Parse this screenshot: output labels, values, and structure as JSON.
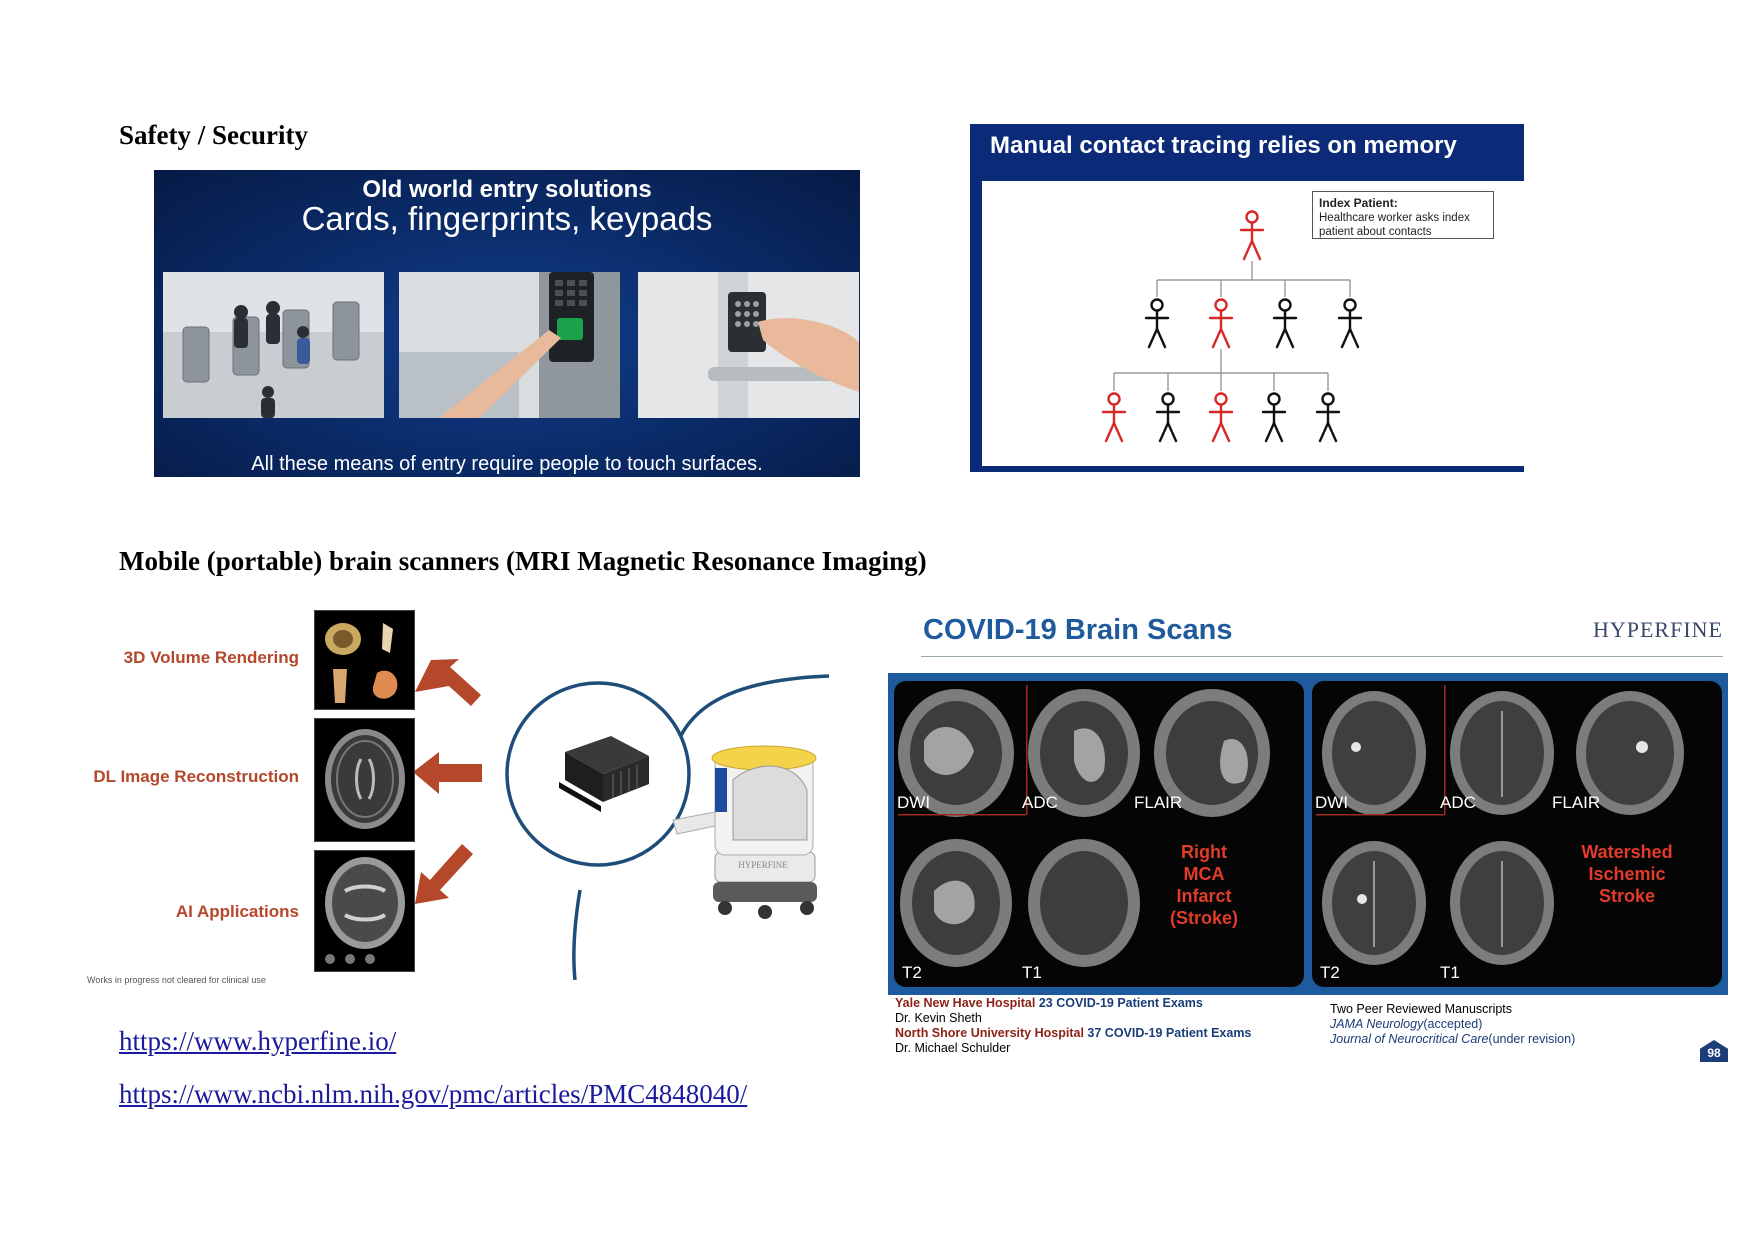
{
  "sections": {
    "safety_heading": "Safety / Security",
    "brain_heading": "Mobile (portable) brain scanners (MRI Magnetic Resonance Imaging)"
  },
  "entry_slide": {
    "title": "Old world entry solutions",
    "subtitle": "Cards, fingerprints, keypads",
    "caption": "All these means of entry require people to touch surfaces."
  },
  "tracing_slide": {
    "title": "Manual contact tracing relies on memory",
    "index_title": "Index Patient",
    "index_text": "Healthcare worker asks index patient about contacts",
    "colors": {
      "red": "#d62828",
      "black": "#111111"
    },
    "tier2": [
      "black",
      "red",
      "black",
      "black"
    ],
    "tier3": [
      "red",
      "black",
      "red",
      "black",
      "black"
    ]
  },
  "hyperfine": {
    "labels": {
      "render": "3D Volume Rendering",
      "recon": "DL Image Reconstruction",
      "ai": "AI Applications"
    },
    "disclaimer": "Works in progress not cleared for clinical use",
    "device_brand": "HYPERFINE",
    "accent": "#b5472a",
    "circle": "#1e4d7a"
  },
  "scans_slide": {
    "title": "COVID-19 Brain Scans",
    "brand": "HYPERFINE",
    "left": {
      "labels": [
        "DWI",
        "ADC",
        "FLAIR",
        "T2",
        "T1"
      ],
      "diagnosis": "Right MCA Infarct (Stroke)"
    },
    "right": {
      "labels": [
        "DWI",
        "ADC",
        "FLAIR",
        "T2",
        "T1"
      ],
      "diagnosis": "Watershed Ischemic Stroke"
    },
    "footer": {
      "yale_hospital": "Yale New Have Hospital",
      "yale_exams": "23 COVID-19 Patient Exams",
      "yale_doctor": "Dr. Kevin Sheth",
      "ns_hospital": "North Shore University Hospital",
      "ns_exams": "37 COVID-19 Patient Exams",
      "ns_doctor": "Dr. Michael Schulder",
      "manuscripts_title": "Two Peer Reviewed Manuscripts",
      "jama": "JAMA Neurology",
      "jama_status": "(accepted)",
      "jncc": "Journal of Neurocritical Care",
      "jncc_status": "(under revision)",
      "page_number": "98"
    }
  },
  "links": [
    "https://www.hyperfine.io/",
    "https://www.ncbi.nlm.nih.gov/pmc/articles/PMC4848040/"
  ]
}
